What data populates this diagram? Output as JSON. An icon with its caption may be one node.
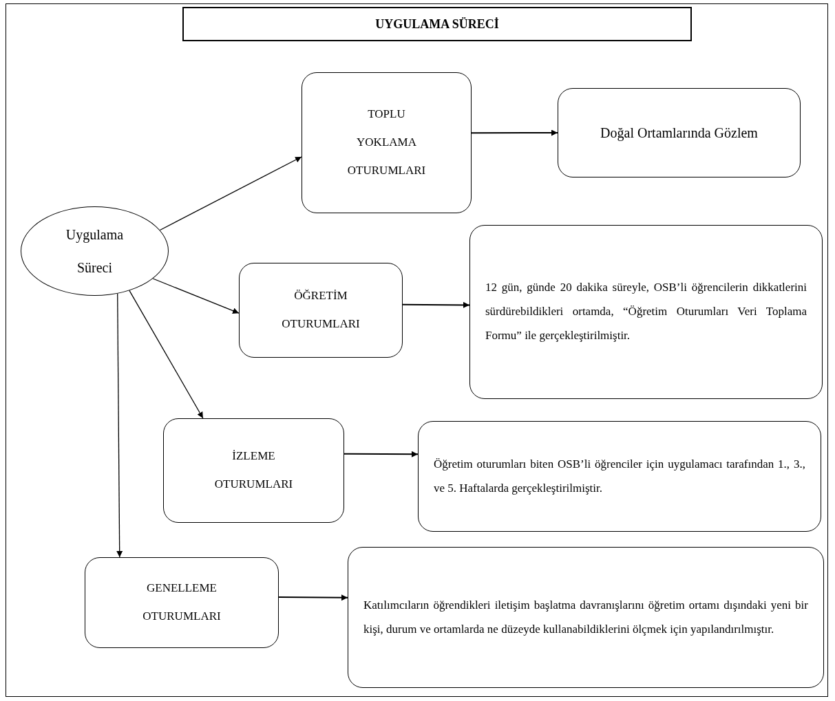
{
  "diagram": {
    "title": "UYGULAMA SÜRECİ",
    "nodes": [
      {
        "text": [
          "Uygulama Süreci"
        ]
      },
      {
        "text": [
          "TOPLU YOKLAMA OTURUMLARI"
        ]
      },
      {
        "text": [
          "Doğal Ortamlarında Gözlem"
        ]
      },
      {
        "text": [
          "ÖĞRETİM OTURUMLARI"
        ]
      },
      {
        "text": [
          "12 gün, günde 20 dakika süreyle, OSB’li öğrencilerin dikkatlerini sürdürebildikleri ortamda, “Öğretim Oturumları Veri Toplama Formu” ile gerçekleştirilmiştir."
        ]
      },
      {
        "text": [
          "İZLEME OTURUMLARI"
        ]
      },
      {
        "text": [
          "Öğretim oturumları biten OSB’li öğrenciler için uygulamacı tarafından 1., 3., ve 5. Haftalarda gerçekleştirilmiştir."
        ]
      },
      {
        "text": [
          "GENELLEME OTURUMLARI"
        ]
      },
      {
        "text": [
          "Katılımcıların öğrendikleri iletişim başlatma davranışlarını öğretim ortamı dışındaki yeni bir kişi, durum ve ortamlarda ne düzeyde kullanabildiklerini ölçmek için yapılandırılmıştır."
        ]
      }
    ],
    "edges": [
      {
        "from": 0,
        "to": 1,
        "arrow": "to"
      },
      {
        "from": 1,
        "to": 2,
        "arrow": "to"
      },
      {
        "from": 0,
        "to": 3,
        "arrow": "to"
      },
      {
        "from": 3,
        "to": 4,
        "arrow": "to"
      },
      {
        "from": 0,
        "to": 5,
        "arrow": "to"
      },
      {
        "from": 5,
        "to": 6,
        "arrow": "to"
      },
      {
        "from": 0,
        "to": 7,
        "arrow": "to"
      },
      {
        "from": 7,
        "to": 8,
        "arrow": "to"
      }
    ]
  }
}
